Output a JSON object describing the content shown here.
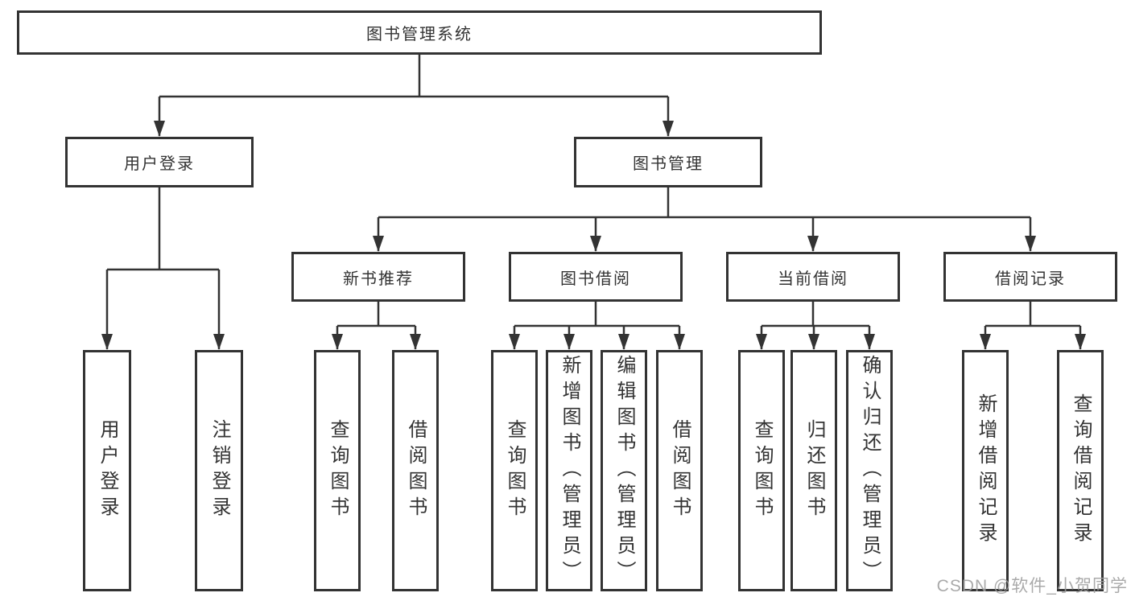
{
  "tree": {
    "label": "图书管理系统",
    "children": [
      {
        "label": "用户登录",
        "children": [
          {
            "label": "用户登录"
          },
          {
            "label": "注销登录"
          }
        ]
      },
      {
        "label": "图书管理",
        "children": [
          {
            "label": "新书推荐",
            "children": [
              {
                "label": "查询图书"
              },
              {
                "label": "借阅图书"
              }
            ]
          },
          {
            "label": "图书借阅",
            "children": [
              {
                "label": "查询图书"
              },
              {
                "label": "新增图书（管理员）"
              },
              {
                "label": "编辑图书（管理员）"
              },
              {
                "label": "借阅图书"
              }
            ]
          },
          {
            "label": "当前借阅",
            "children": [
              {
                "label": "查询图书"
              },
              {
                "label": "归还图书"
              },
              {
                "label": "确认归还（管理员）"
              }
            ]
          },
          {
            "label": "借阅记录",
            "children": [
              {
                "label": "新增借阅记录"
              },
              {
                "label": "查询借阅记录"
              }
            ]
          }
        ]
      }
    ]
  },
  "watermark": {
    "text": "CSDN @软件_小贺同学"
  },
  "colors": {
    "line": "#333333",
    "box_border": "#333333",
    "box_fill": "#ffffff",
    "text": "#333333",
    "watermark": "#9e9e9e"
  }
}
